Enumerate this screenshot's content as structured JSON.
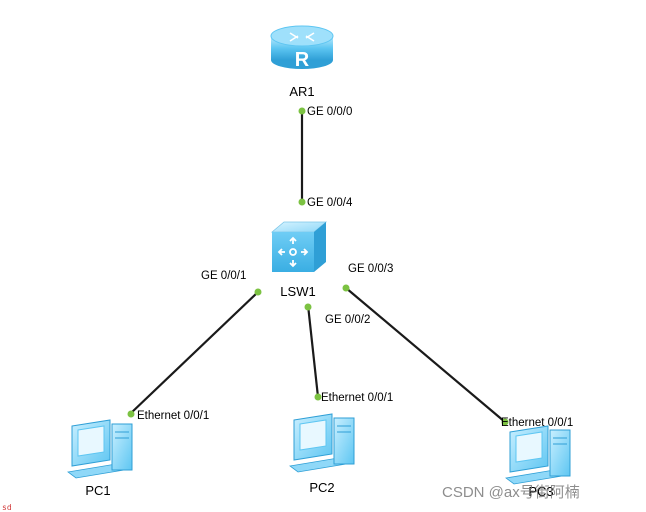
{
  "devices": {
    "router": {
      "name": "AR1",
      "glyph": "R"
    },
    "switch": {
      "name": "LSW1"
    },
    "pc1": {
      "name": "PC1"
    },
    "pc2": {
      "name": "PC2"
    },
    "pc3": {
      "name": "PC3"
    }
  },
  "ports": {
    "ar1_ge000": "GE 0/0/0",
    "lsw1_ge004": "GE 0/0/4",
    "lsw1_ge001": "GE 0/0/1",
    "lsw1_ge002": "GE 0/0/2",
    "lsw1_ge003": "GE 0/0/3",
    "pc1_eth": "Ethernet 0/0/1",
    "pc2_eth": "Ethernet 0/0/1",
    "pc3_eth": "Ethernet 0/0/1"
  },
  "watermark": "CSDN @ax号街阿楠",
  "corner_mark": "sd",
  "colors": {
    "link": "#1a1a1a",
    "port_dot": "#7cc242",
    "device_body": "#5ec6f2",
    "device_dark": "#2f9fd6"
  }
}
